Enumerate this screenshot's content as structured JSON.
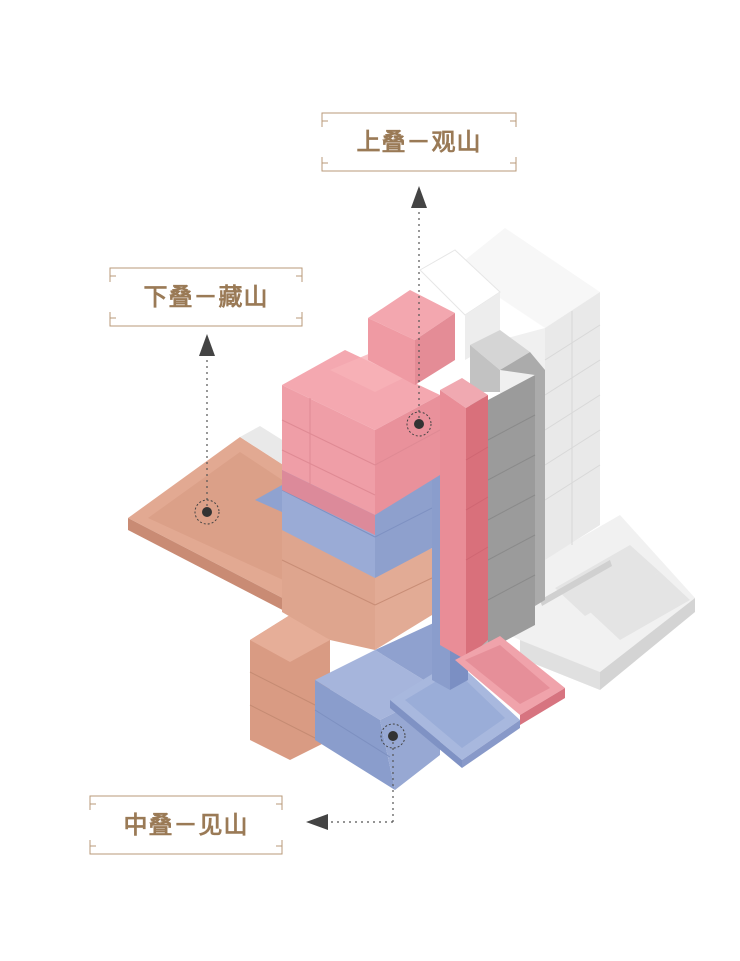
{
  "labels": {
    "top": "上叠－观山",
    "left": "下叠－藏山",
    "bottom": "中叠－见山"
  },
  "colors": {
    "pink": "#ef9ea7",
    "blue": "#93a4cf",
    "salmon": "#dda28a",
    "gray": "#a5a5a5",
    "light_gray": "#e6e6e6",
    "label": "#9a7a56"
  }
}
